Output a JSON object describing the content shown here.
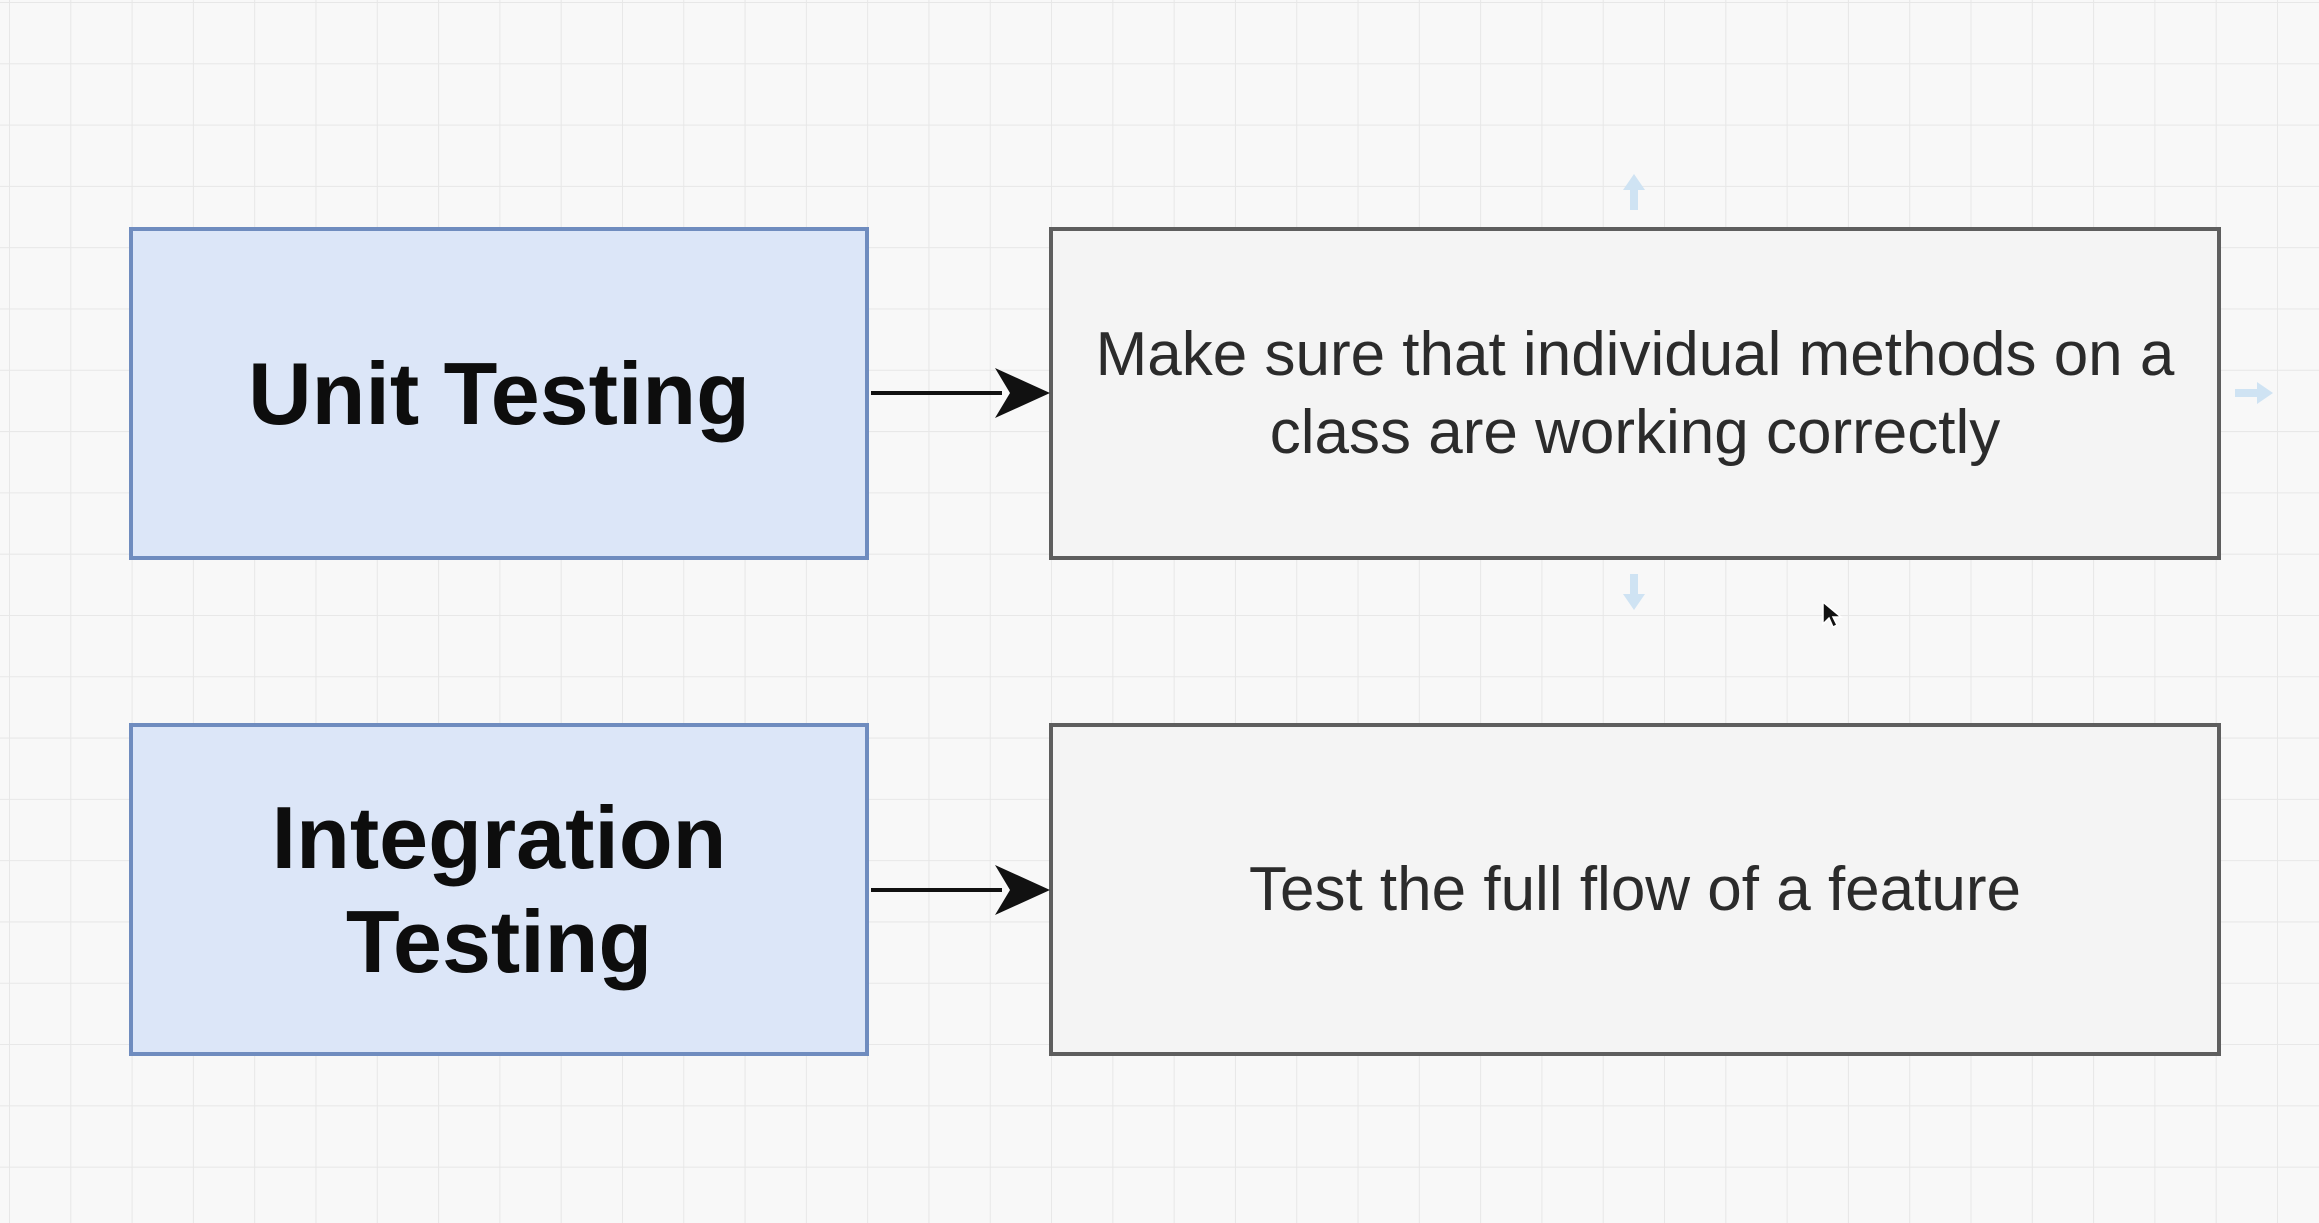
{
  "diagram": {
    "rows": [
      {
        "term": "Unit Testing",
        "description": "Make sure that individual methods on a class are working correctly"
      },
      {
        "term": "Integration Testing",
        "description": "Test the full flow of a feature"
      }
    ]
  },
  "colors": {
    "canvas_background": "#f8f8f8",
    "grid_line": "#e7e7e7",
    "term_fill": "#dce6f8",
    "term_border": "#6f8cbf",
    "description_fill": "#f4f4f4",
    "description_border": "#5e5e5e",
    "arrow": "#111111",
    "selection_handle": "#cfe3f3"
  },
  "icons": {
    "connector_arrow": "arrow-right-icon",
    "selection_handles": [
      "arrow-up-icon",
      "arrow-right-icon",
      "arrow-down-icon"
    ],
    "cursor": "mouse-pointer-icon"
  }
}
